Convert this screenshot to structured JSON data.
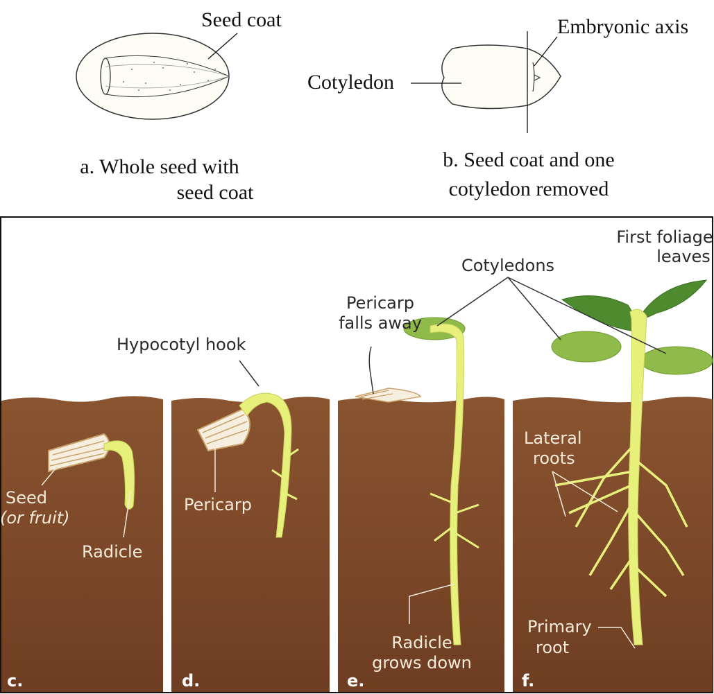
{
  "top": {
    "seed_coat_label": "Seed coat",
    "embryonic_axis_label": "Embryonic axis",
    "cotyledon_label": "Cotyledon",
    "caption_a_line1": "a.   Whole seed with",
    "caption_a_line2": "seed coat",
    "caption_b_line1": "b. Seed coat and one",
    "caption_b_line2": "cotyledon removed"
  },
  "panels": {
    "c": {
      "letter": "c.",
      "seed_label_1": "Seed",
      "seed_label_2": "(or fruit)",
      "radicle_label": "Radicle"
    },
    "d": {
      "letter": "d.",
      "hypocotyl_label": "Hypocotyl hook",
      "pericarp_label": "Pericarp"
    },
    "e": {
      "letter": "e.",
      "pericarp_falls_1": "Pericarp",
      "pericarp_falls_2": "falls away",
      "radicle_grows_1": "Radicle",
      "radicle_grows_2": "grows down"
    },
    "f": {
      "letter": "f.",
      "cotyledons_label": "Cotyledons",
      "foliage_1": "First foliage",
      "foliage_2": "leaves",
      "lateral_1": "Lateral",
      "lateral_2": "roots",
      "primary_1": "Primary",
      "primary_2": "root"
    }
  },
  "colors": {
    "soil": "#7d4a2a",
    "sky": "#ffffff",
    "stem": "#e6f07a",
    "leaf": "#4e8a2e",
    "cotyledon": "#8fbb4a",
    "seed_stripe": "#c9a36b"
  }
}
